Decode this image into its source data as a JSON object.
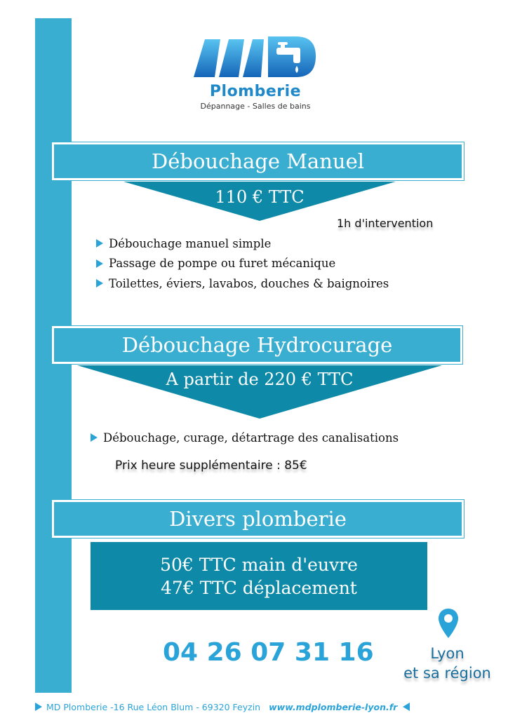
{
  "brand": {
    "logo_letters": "MD",
    "name": "Plomberie",
    "tagline": "Dépannage - Salles de bains",
    "logo_icon": "faucet-icon",
    "colors": {
      "primary": "#3aaed0",
      "logo": "#1e88c8",
      "dark": "#0e8aa8"
    }
  },
  "sections": [
    {
      "title": "Débouchage Manuel",
      "price": "110 € TTC",
      "note": "1h d'intervention",
      "items": [
        "Débouchage manuel simple",
        "Passage de pompe ou furet mécanique",
        "Toilettes, éviers, lavabos, douches & baignoires"
      ]
    },
    {
      "title": "Débouchage Hydrocurage",
      "price": "A partir de 220 € TTC",
      "items": [
        "Débouchage, curage, détartrage des canalisations"
      ],
      "note": "Prix heure supplémentaire : 85€"
    },
    {
      "title": "Divers plomberie",
      "lines": [
        "50€ TTC main d'euvre",
        "47€ TTC déplacement"
      ]
    }
  ],
  "contact": {
    "phone": "04 26 07 31 16",
    "city": "Lyon",
    "region": "et sa région",
    "pin_icon": "map-pin-icon"
  },
  "footer": {
    "address": "MD Plomberie -16 Rue Léon Blum - 69320 Feyzin",
    "website": "www.mdplomberie-lyon.fr"
  }
}
